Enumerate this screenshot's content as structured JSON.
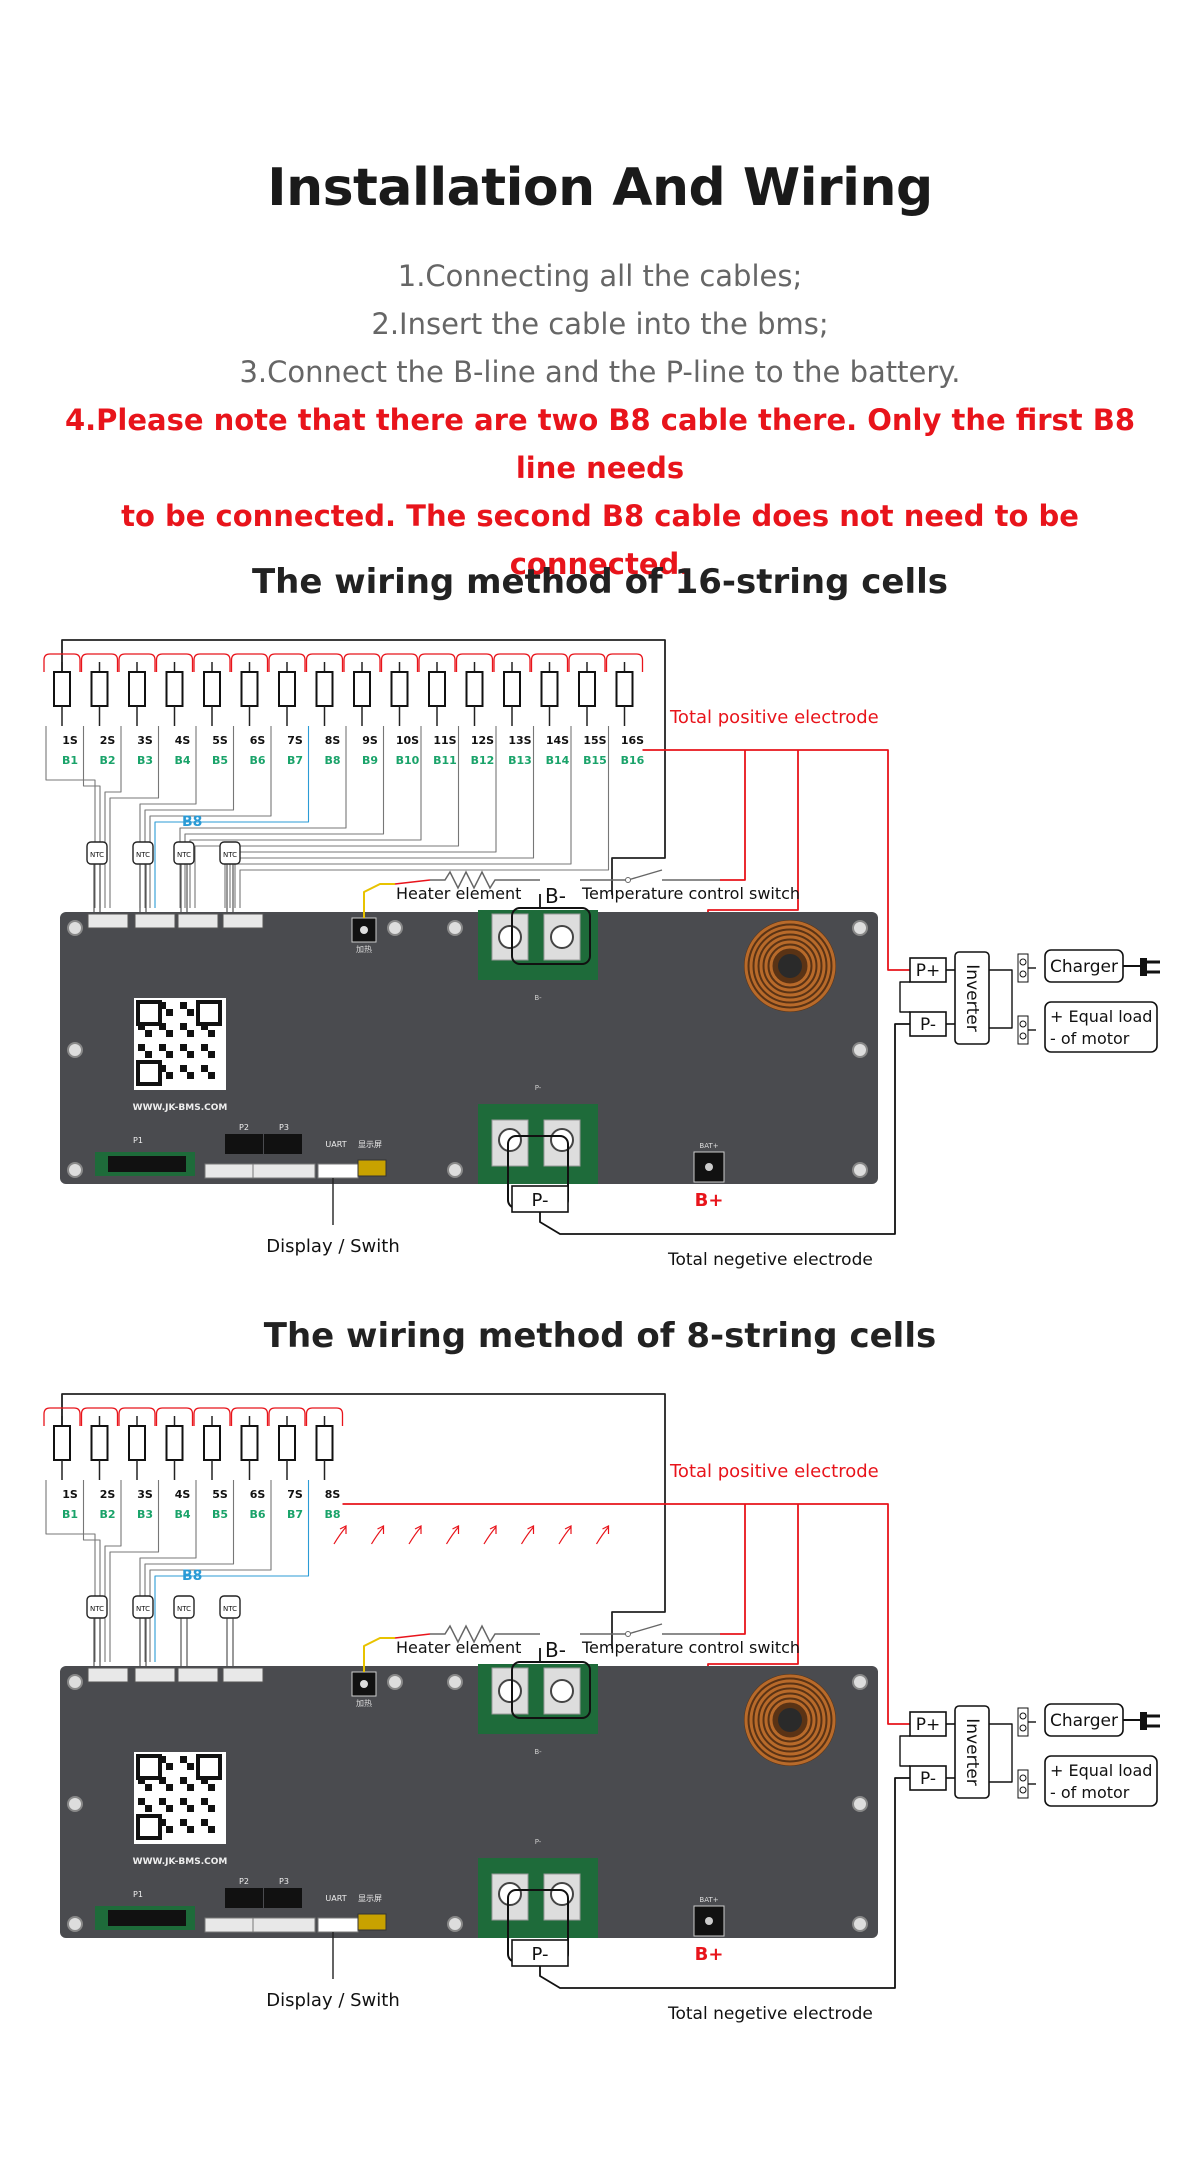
{
  "header": {
    "title": "Installation And Wiring",
    "steps": [
      "1.Connecting all the cables;",
      "2.Insert the cable into the bms;",
      "3.Connect the B-line and the P-line to the battery."
    ],
    "note_line1": "4.Please note that there are two B8 cable  there. Only the first B8 line needs",
    "note_line2": "to be connected. The second B8 cable  does not need to be connected."
  },
  "labels": {
    "total_positive": "Total positive electrode",
    "total_negative": "Total negetive electrode",
    "heater": "Heater element",
    "temp_switch": "Temperature control switch",
    "b_minus": "B-",
    "p_minus": "P-",
    "b_plus": "B+",
    "p_plus_term": "P+",
    "p_minus_term": "P-",
    "inverter": "Inverter",
    "charger": "Charger",
    "load_line1": "+ Equal load",
    "load_line2": "- of motor",
    "display": "Display / Swith",
    "website": "WWW.JK-BMS.COM",
    "ntc": "NTC",
    "b8_tag": "B8",
    "p1": "P1",
    "p2": "P2",
    "p3": "P3",
    "uart": "UART",
    "disp_cn": "显示屏",
    "batt_plus": "BAT+",
    "b_minus_small": "B-",
    "p_minus_small": "P-",
    "heat_cn": "加热"
  },
  "diagrams": [
    {
      "title": "The wiring method of 16-string cells",
      "cells": [
        "1S",
        "2S",
        "3S",
        "4S",
        "5S",
        "6S",
        "7S",
        "8S",
        "9S",
        "10S",
        "11S",
        "12S",
        "13S",
        "14S",
        "15S",
        "16S"
      ],
      "bwires": [
        "B1",
        "B2",
        "B3",
        "B4",
        "B5",
        "B6",
        "B7",
        "B8",
        "B9",
        "B10",
        "B11",
        "B12",
        "B13",
        "B14",
        "B15",
        "B16"
      ]
    },
    {
      "title": "The wiring method of 8-string cells",
      "cells": [
        "1S",
        "2S",
        "3S",
        "4S",
        "5S",
        "6S",
        "7S",
        "8S"
      ],
      "bwires": [
        "B1",
        "B2",
        "B3",
        "B4",
        "B5",
        "B6",
        "B7",
        "B8"
      ]
    }
  ],
  "colors": {
    "red": "#e8141b",
    "green": "#1aa36a",
    "blue": "#2b9bd6",
    "board": "#4a4b4f",
    "pcbGreen": "#1e6b3a",
    "coil": "#b86a2a"
  }
}
